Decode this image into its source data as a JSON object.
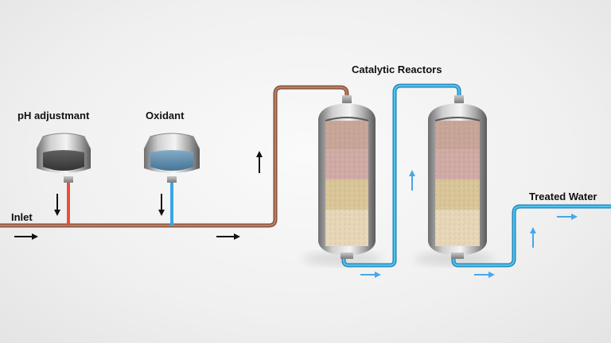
{
  "labels": {
    "ph_adjustment": "pH adjustmant",
    "oxidant": "Oxidant",
    "catalytic_reactors": "Catalytic Reactors",
    "treated_water": "Treated Water",
    "inlet": "Inlet"
  },
  "colors": {
    "inlet_pipe": "#a36a4f",
    "treated_pipe": "#2aa8dc",
    "ph_dosing_line": "#e8503c",
    "oxidant_dosing_line": "#3aa6e6",
    "flow_arrow_dark": "#111111",
    "flow_arrow_light": "#46a8ea",
    "ph_fluid": "#3b3b3b",
    "oxidant_fluid": "#5b89aa",
    "media_layers": [
      "#c8a69a",
      "#d0aaa6",
      "#d8c59a",
      "#e6d5b6"
    ]
  },
  "icons": {
    "flow_arrow": "arrow-icon"
  }
}
